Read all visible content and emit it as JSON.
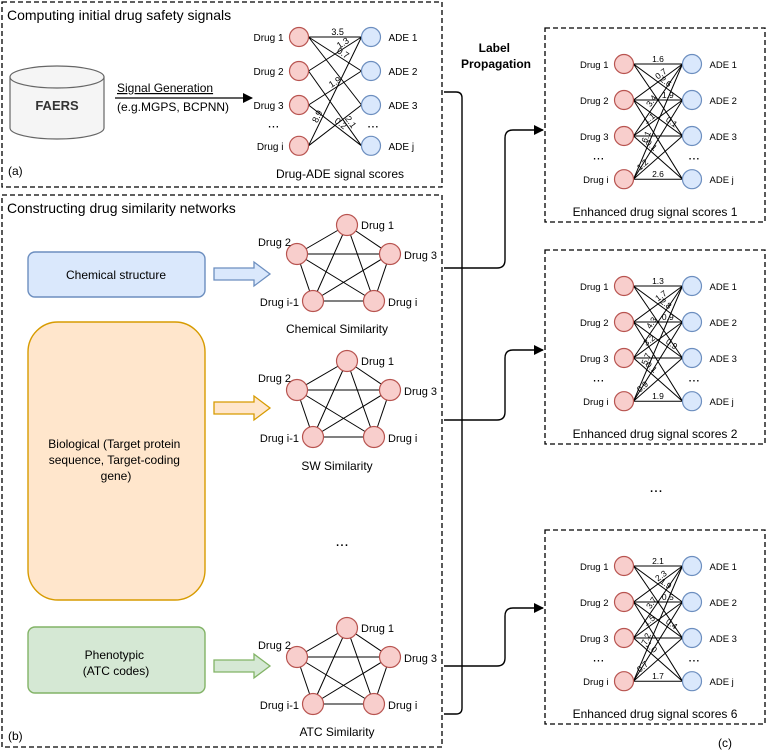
{
  "panel_a": {
    "title": "Computing initial drug safety signals",
    "letter": "(a)",
    "database": "FAERS",
    "signal_label": "Signal Generation",
    "signal_methods": "(e.g.MGPS, BCPNN)",
    "caption": "Drug-ADE signal scores",
    "drugs": [
      "Drug 1",
      "Drug 2",
      "Drug 3",
      "Drug i"
    ],
    "ades": [
      "ADE 1",
      "ADE 2",
      "ADE 3",
      "ADE j"
    ],
    "ellipsis": "...",
    "edge_values": [
      "3.5",
      "0.7",
      "1.3",
      "1.9",
      "2.1",
      "0.2",
      "8.9"
    ]
  },
  "panel_b": {
    "title": "Constructing drug similarity networks",
    "letter": "(b)",
    "sources": [
      {
        "label": "Chemical structure",
        "color": "#dae8fc",
        "border": "#6c8ebf"
      },
      {
        "label": "Biological (Target protein sequence, Target-coding gene)",
        "color": "#ffe6cc",
        "border": "#d79b00"
      },
      {
        "label": "Phenotypic (ATC codes)",
        "color": "#d5e8d4",
        "border": "#82b366"
      }
    ],
    "networks": [
      {
        "caption": "Chemical Similarity"
      },
      {
        "caption": "SW Similarity"
      },
      {
        "caption": "ATC Similarity"
      }
    ],
    "network_nodes": [
      "Drug 1",
      "Drug 2",
      "Drug 3",
      "Drug i-1",
      "Drug i"
    ],
    "ellipsis": "..."
  },
  "label_propagation": "Label Propagation",
  "panel_c": {
    "letter": "(c)",
    "ellipsis": "...",
    "drugs": [
      "Drug 1",
      "Drug 2",
      "Drug 3",
      "Drug i"
    ],
    "ades": [
      "ADE 1",
      "ADE 2",
      "ADE 3",
      "ADE j"
    ],
    "outputs": [
      {
        "caption": "Enhanced drug signal scores 1",
        "edge_values": [
          "1.6",
          "2.6",
          "0.7",
          "1.9",
          "3.4",
          "1.1",
          "0.1",
          "0.1",
          "1.2",
          "6.1",
          "2.6"
        ]
      },
      {
        "caption": "Enhanced drug signal scores 2",
        "edge_values": [
          "1.3",
          "2.8",
          "1.7",
          "0.9",
          "4.3",
          "3.2",
          "0.1",
          "0.9",
          "0.9",
          "5.7",
          "1.9"
        ]
      },
      {
        "caption": "Enhanced drug signal scores 6",
        "edge_values": [
          "2.1",
          "1.9",
          "2.3",
          "0.5",
          "3.7",
          "1.5",
          "1.0",
          "0.4",
          "0.7",
          "7.2",
          "1.7"
        ]
      }
    ]
  },
  "colors": {
    "drug_fill": "#f8cecc",
    "drug_stroke": "#b85450",
    "ade_fill": "#dae8fc",
    "ade_stroke": "#6c8ebf",
    "db_fill": "#f5f5f5",
    "db_stroke": "#666666",
    "db_text": "#333333"
  }
}
